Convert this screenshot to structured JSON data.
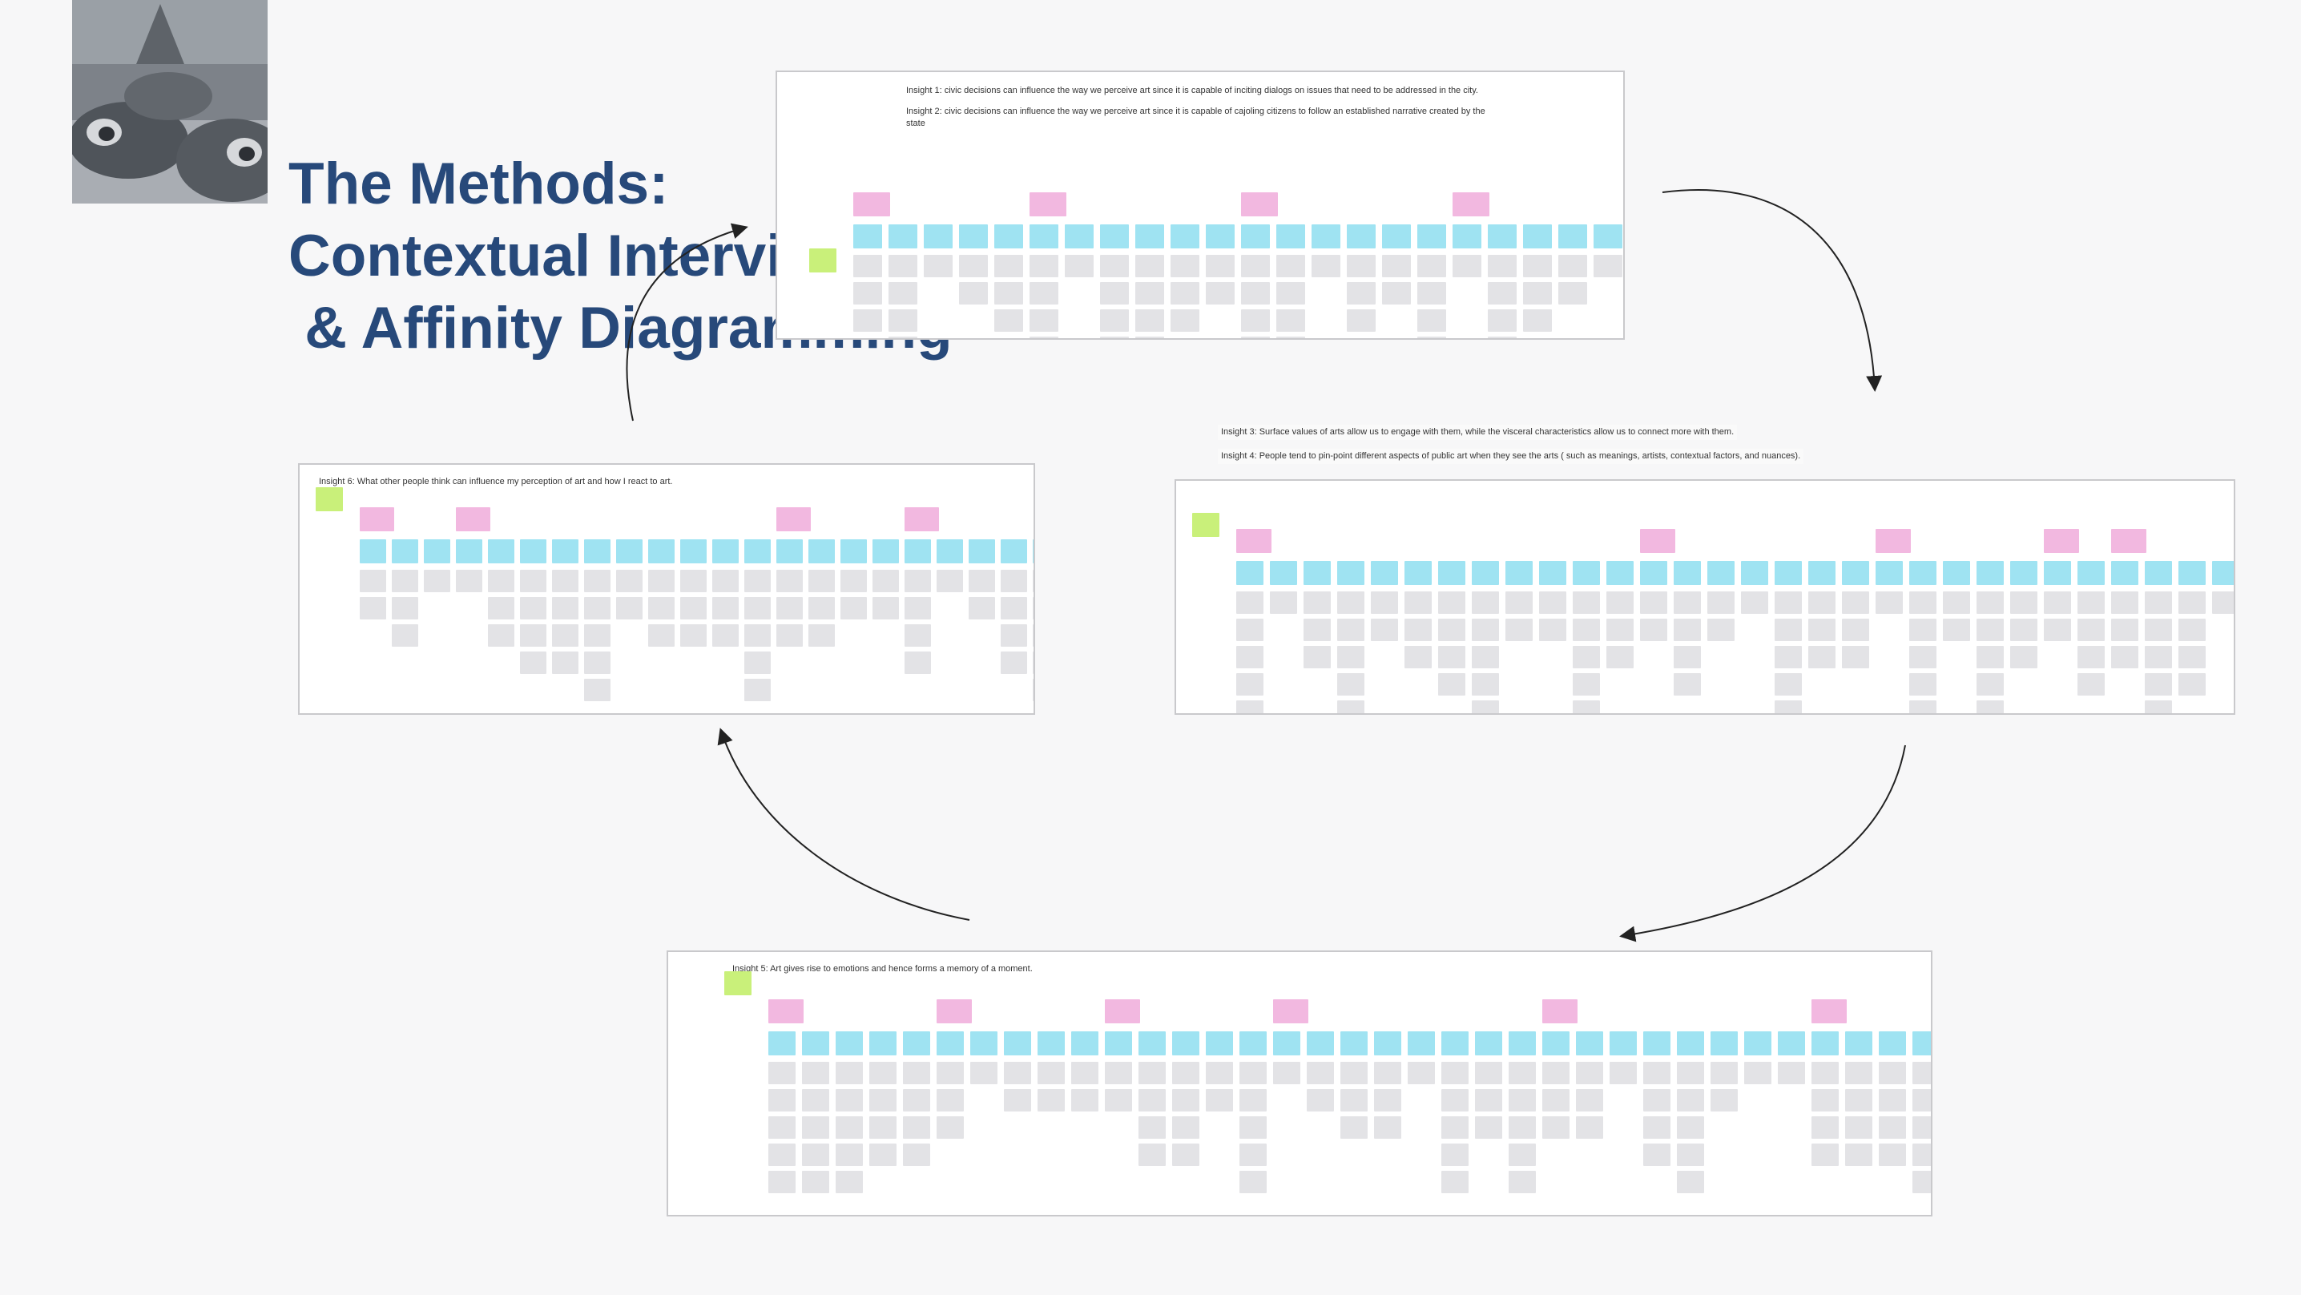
{
  "slide": {
    "title_lines": [
      "The Methods:",
      "Contextual Interview",
      " & Affinity Diagramming"
    ],
    "accent_color": "#27497a"
  },
  "photo": {
    "icon": "sculpture-photo"
  },
  "boards": {
    "b1": {
      "insight1": "Insight 1: civic decisions can influence the way we perceive art since it is capable of inciting dialogs on issues that need to be addressed in the city.",
      "insight2_line1": "Insight 2: civic decisions can influence the way we perceive art since it is capable of cajoling citizens to follow an established narrative created by the",
      "insight2_line2": "state"
    },
    "b2": {
      "insight3": "Insight 3: Surface values of arts allow us to engage with them, while the visceral characteristics allow us to connect more with them.",
      "insight4": "Insight 4: People tend to pin-point different aspects of public art when they see the arts ( such as meanings, artists, contextual factors, and nuances)."
    },
    "b3": {
      "insight6": "Insight 6: What other people think can influence my perception of art and how I react to art."
    },
    "b4": {
      "insight5": "Insight 5: Art gives rise to emotions and hence forms a memory of a moment."
    }
  },
  "note_colors": {
    "green": "#c9f07a",
    "pink": "#f2b8e0",
    "blue": "#9fe3f2",
    "grey": "#e3e3e6"
  }
}
